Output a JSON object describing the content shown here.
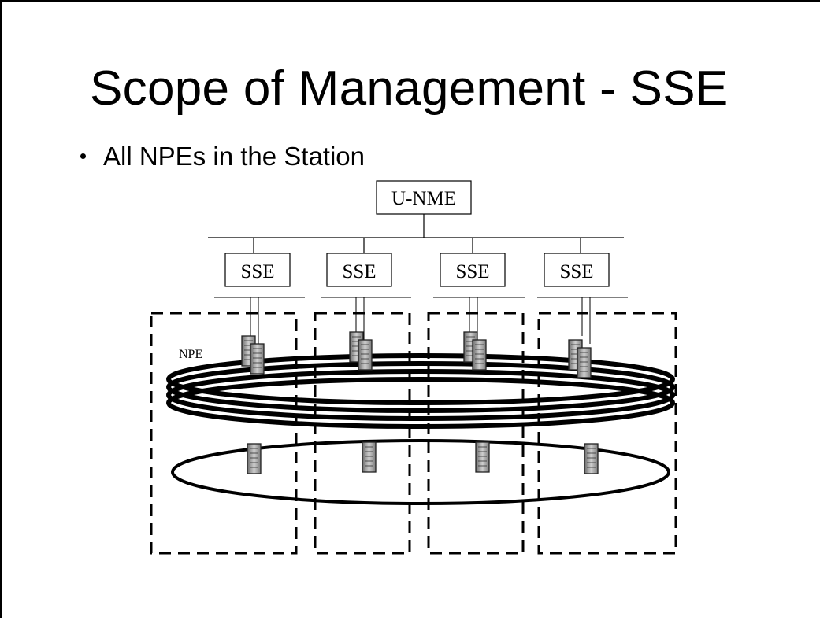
{
  "slide": {
    "title": "Scope of Management - SSE",
    "bullets": [
      "All NPEs in the Station"
    ]
  },
  "diagram": {
    "manager_label": "U-NME",
    "station_labels": [
      "SSE",
      "SSE",
      "SSE",
      "SSE"
    ],
    "npe_label": "NPE"
  }
}
